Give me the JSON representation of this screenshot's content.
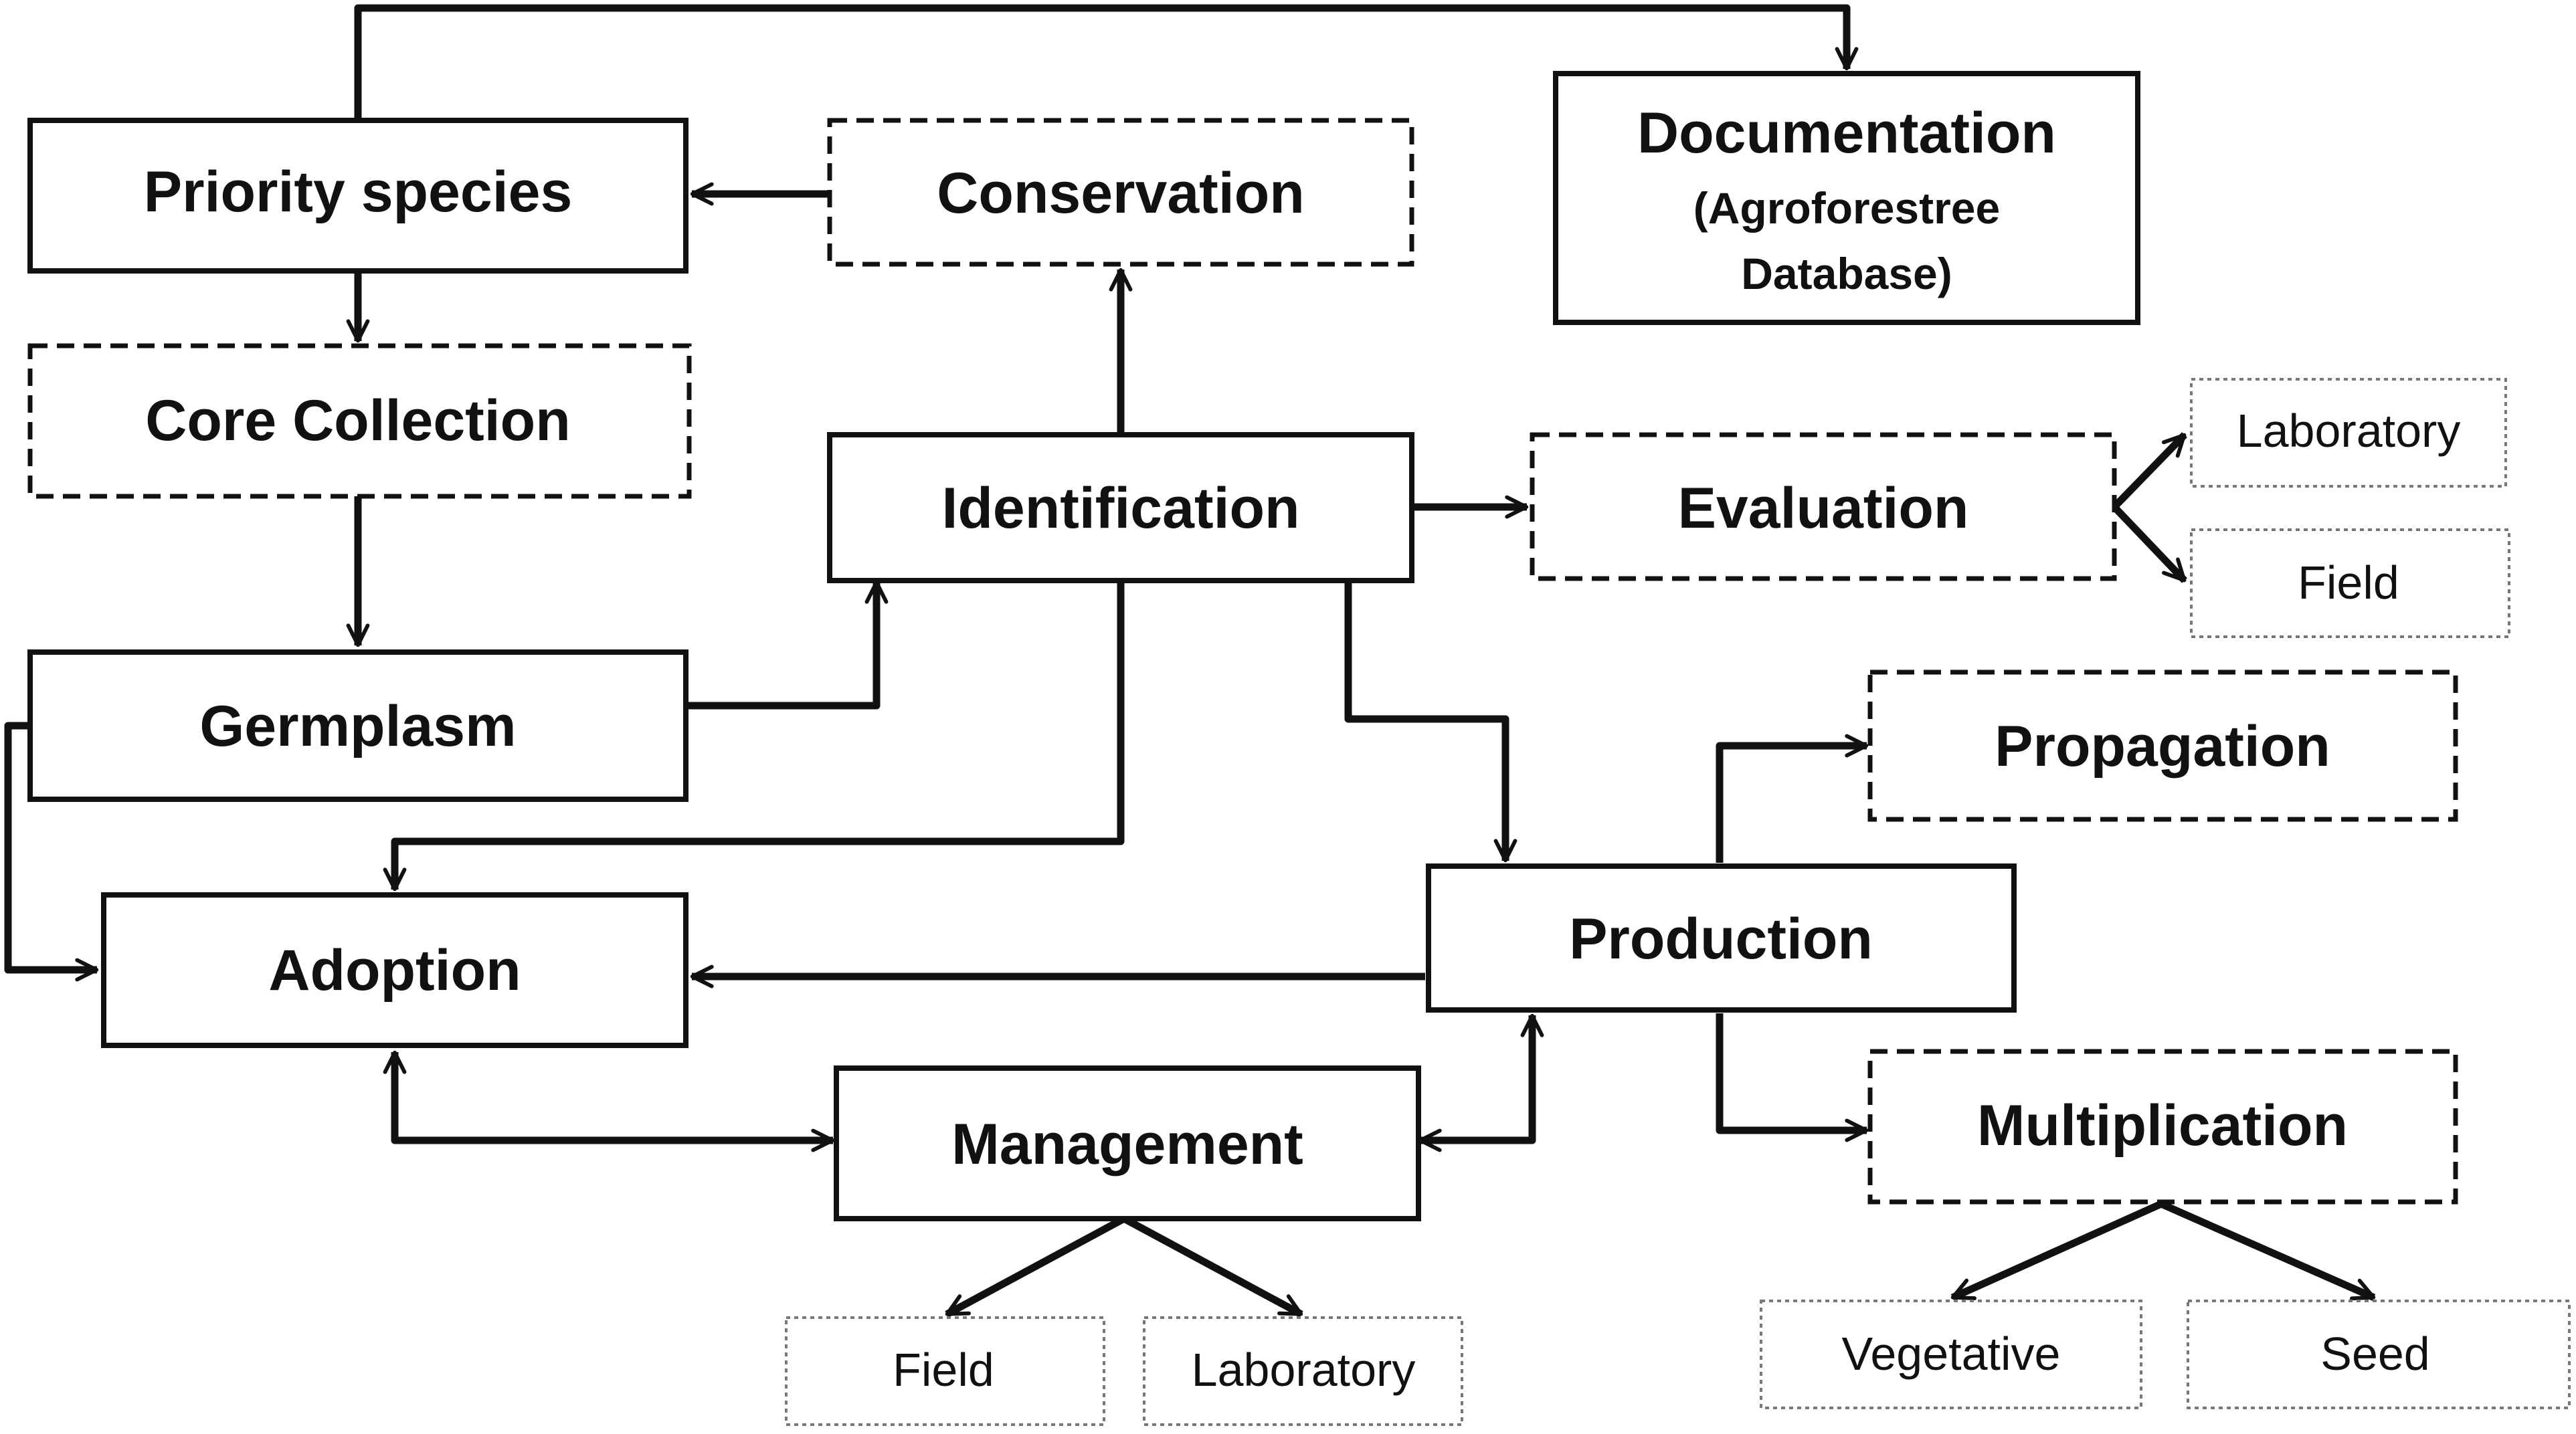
{
  "nodes": {
    "priority_species": {
      "label": "Priority species"
    },
    "conservation": {
      "label": "Conservation"
    },
    "documentation": {
      "label": "Documentation",
      "sub1": "(Agroforestree",
      "sub2": "Database)"
    },
    "core_collection": {
      "label": "Core Collection"
    },
    "identification": {
      "label": "Identification"
    },
    "evaluation": {
      "label": "Evaluation"
    },
    "eval_laboratory": {
      "label": "Laboratory"
    },
    "eval_field": {
      "label": "Field"
    },
    "germplasm": {
      "label": "Germplasm"
    },
    "propagation": {
      "label": "Propagation"
    },
    "adoption": {
      "label": "Adoption"
    },
    "production": {
      "label": "Production"
    },
    "management": {
      "label": "Management"
    },
    "multiplication": {
      "label": "Multiplication"
    },
    "mgmt_field": {
      "label": "Field"
    },
    "mgmt_laboratory": {
      "label": "Laboratory"
    },
    "vegetative": {
      "label": "Vegetative"
    },
    "seed": {
      "label": "Seed"
    }
  },
  "colors": {
    "stroke": "#111111",
    "dotted": "#777777",
    "background": "#ffffff"
  }
}
